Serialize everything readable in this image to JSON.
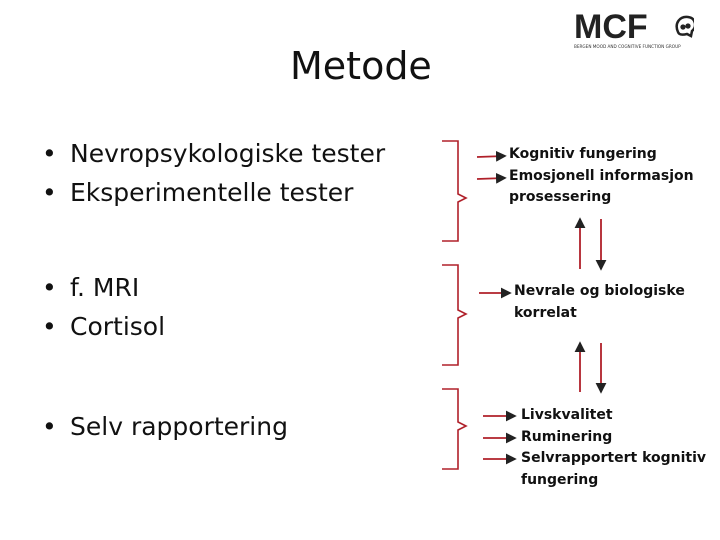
{
  "slide": {
    "title": "Metode",
    "group1": [
      "Nevropsykologiske tester",
      "Eksperimentelle tester"
    ],
    "group2": [
      "f. MRI",
      "Cortisol"
    ],
    "group3": [
      "Selv rapportering"
    ],
    "outcome1": [
      "Kognitiv fungering",
      "Emosjonell informasjon",
      "prosessering"
    ],
    "outcome2": [
      "Nevrale og biologiske",
      "korrelat"
    ],
    "outcome3": [
      "Livskvalitet",
      "Ruminering",
      "Selvrapportert kognitiv",
      "fungering"
    ]
  },
  "logo": {
    "text": "MCF",
    "subtitle": "BERGEN MOOD AND COGNITIVE FUNCTION GROUP"
  },
  "colors": {
    "arrow": "#b0202a",
    "bracket": "#b0202a",
    "text": "#111111"
  }
}
